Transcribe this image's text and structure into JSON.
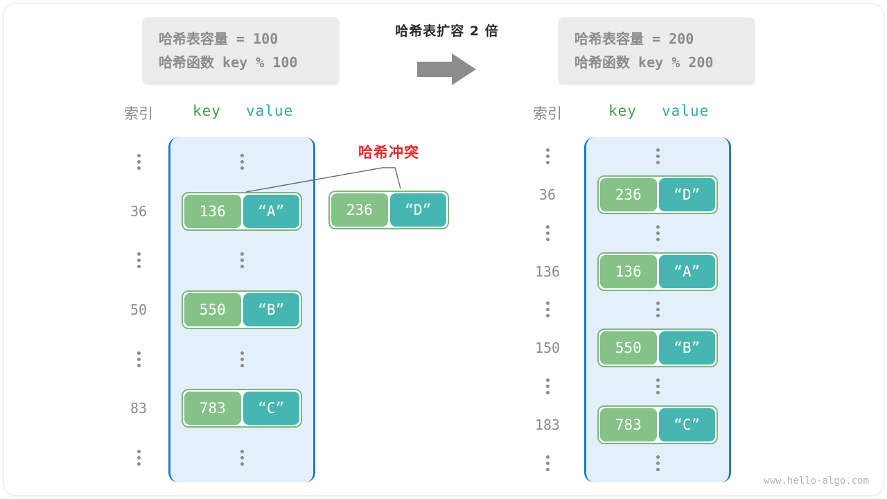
{
  "diagram": {
    "transform_title": "哈希表扩容 2 倍",
    "arrow_icon": "right-arrow-icon",
    "watermark": "www.hello-algo.com",
    "colors": {
      "bucket_fill": "#e3effa",
      "bucket_border": "#1f7fc4",
      "key_cell": "#84c287",
      "value_cell": "#45b6b0",
      "pair_border": "#7ab87f",
      "collision_red": "#e8272a",
      "info_box_bg": "#ececec",
      "muted_text": "#8c8c8c"
    }
  },
  "info_left": {
    "capacity_line": "哈希表容量 = 100",
    "hash_fn_line": "哈希函数 key % 100"
  },
  "info_right": {
    "capacity_line": "哈希表容量 = 200",
    "hash_fn_line": "哈希函数 key % 200"
  },
  "left_table": {
    "header_index": "索引",
    "header_key": "key",
    "header_value": "value",
    "rows": [
      {
        "index": "⋮",
        "type": "dots"
      },
      {
        "index": "36",
        "type": "pair",
        "key": "136",
        "value": "“A”"
      },
      {
        "index": "⋮",
        "type": "dots"
      },
      {
        "index": "50",
        "type": "pair",
        "key": "550",
        "value": "“B”"
      },
      {
        "index": "⋮",
        "type": "dots"
      },
      {
        "index": "83",
        "type": "pair",
        "key": "783",
        "value": "“C”"
      },
      {
        "index": "⋮",
        "type": "dots"
      }
    ]
  },
  "right_table": {
    "header_index": "索引",
    "header_key": "key",
    "header_value": "value",
    "rows": [
      {
        "index": "⋮",
        "type": "dots"
      },
      {
        "index": "36",
        "type": "pair",
        "key": "236",
        "value": "“D”"
      },
      {
        "index": "⋮",
        "type": "dots"
      },
      {
        "index": "136",
        "type": "pair",
        "key": "136",
        "value": "“A”"
      },
      {
        "index": "⋮",
        "type": "dots"
      },
      {
        "index": "150",
        "type": "pair",
        "key": "550",
        "value": "“B”"
      },
      {
        "index": "⋮",
        "type": "dots"
      },
      {
        "index": "183",
        "type": "pair",
        "key": "783",
        "value": "“C”"
      },
      {
        "index": "⋮",
        "type": "dots"
      }
    ]
  },
  "collision": {
    "label": "哈希冲突",
    "floating_pair": {
      "key": "236",
      "value": "“D”"
    }
  }
}
